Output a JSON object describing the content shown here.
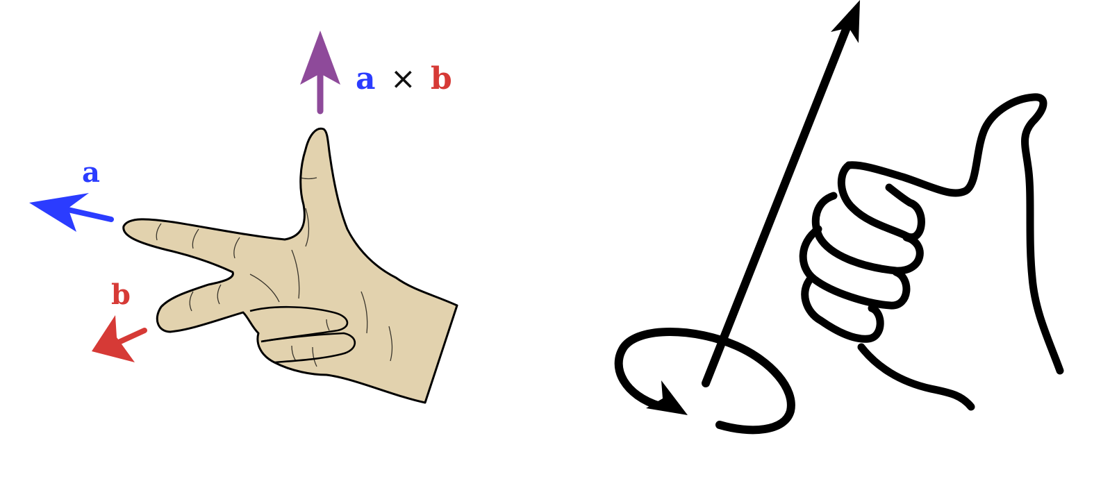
{
  "colors": {
    "background": "#ffffff",
    "vector_a": "#2b3cff",
    "vector_b": "#d63a36",
    "cross_product": "#8e4a9a",
    "skin": "#e2d2ae",
    "outline": "#000000"
  },
  "left_panel": {
    "label_a": "a",
    "label_b": "b",
    "label_cross_a": "a",
    "label_cross_times": "×",
    "label_cross_b": "b"
  },
  "right_panel": {
    "icons": [
      "straight-arrow-icon",
      "circular-arrow-icon",
      "curled-hand-icon"
    ]
  }
}
